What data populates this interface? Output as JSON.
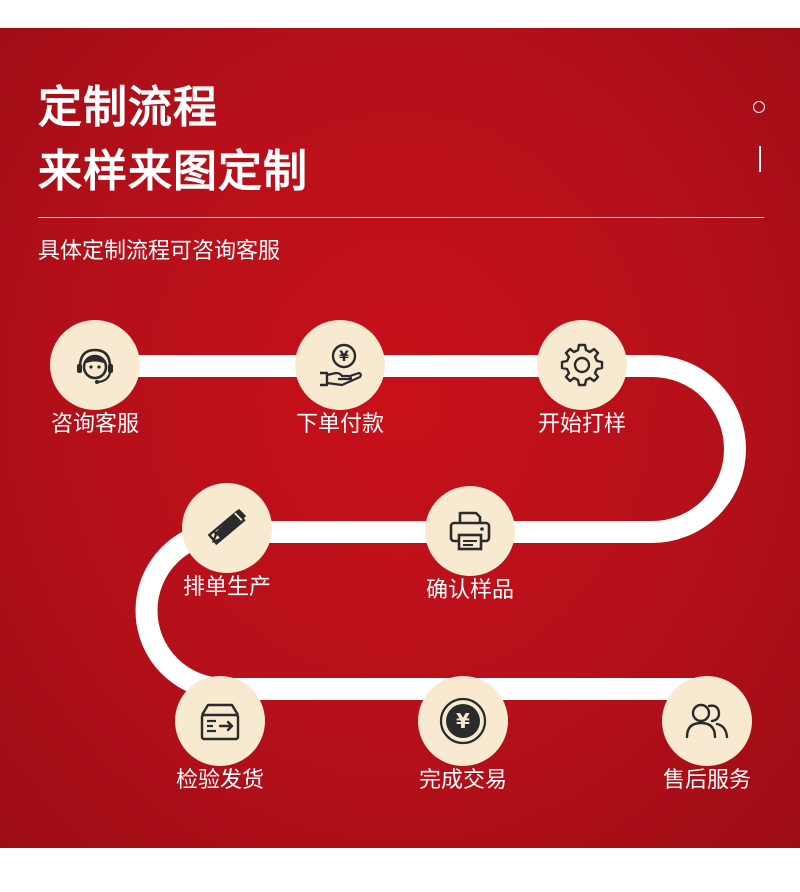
{
  "header": {
    "title_line1": "定制流程",
    "title_line2": "来样来图定制",
    "subtitle": "具体定制流程可咨询客服"
  },
  "colors": {
    "background_red": "#b5101a",
    "track": "#ffffff",
    "circle_fill": "#f7ead0",
    "icon_stroke": "#2b2b2b"
  },
  "steps": [
    {
      "label": "咨询客服",
      "icon": "headset-agent-icon"
    },
    {
      "label": "下单付款",
      "icon": "hand-coin-icon"
    },
    {
      "label": "开始打样",
      "icon": "gear-icon"
    },
    {
      "label": "确认样品",
      "icon": "printer-icon"
    },
    {
      "label": "排单生产",
      "icon": "pencil-ruler-icon"
    },
    {
      "label": "检验发货",
      "icon": "box-arrow-icon"
    },
    {
      "label": "完成交易",
      "icon": "yen-coin-icon"
    },
    {
      "label": "售后服务",
      "icon": "users-icon"
    }
  ],
  "symbols": {
    "currency": "¥"
  }
}
